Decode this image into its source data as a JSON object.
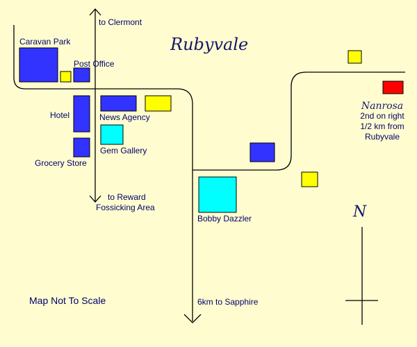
{
  "map": {
    "title": "Rubyvale",
    "note": "Map Not To Scale",
    "north_label": "N",
    "colors": {
      "background": "#fffdd0",
      "road": "#000000",
      "building_blue": "#3333ff",
      "building_yellow": "#ffff00",
      "building_cyan": "#00ffff",
      "building_red": "#ff0000",
      "text": "#00006b"
    },
    "directions": {
      "north": "to Clermont",
      "south_line1": "to Reward",
      "south_line2": "Fossicking Area",
      "sapphire": "6km to Sapphire"
    },
    "places": {
      "caravan_park": "Caravan Park",
      "post_office": "Post Office",
      "hotel": "Hotel",
      "grocery_store": "Grocery Store",
      "news_agency": "News Agency",
      "gem_gallery": "Gem Gallery",
      "bobby_dazzler": "Bobby Dazzler"
    },
    "nanrosa": {
      "name": "Nanrosa",
      "line1": "2nd on right",
      "line2": "1/2 km from",
      "line3": "Rubyvale"
    }
  }
}
